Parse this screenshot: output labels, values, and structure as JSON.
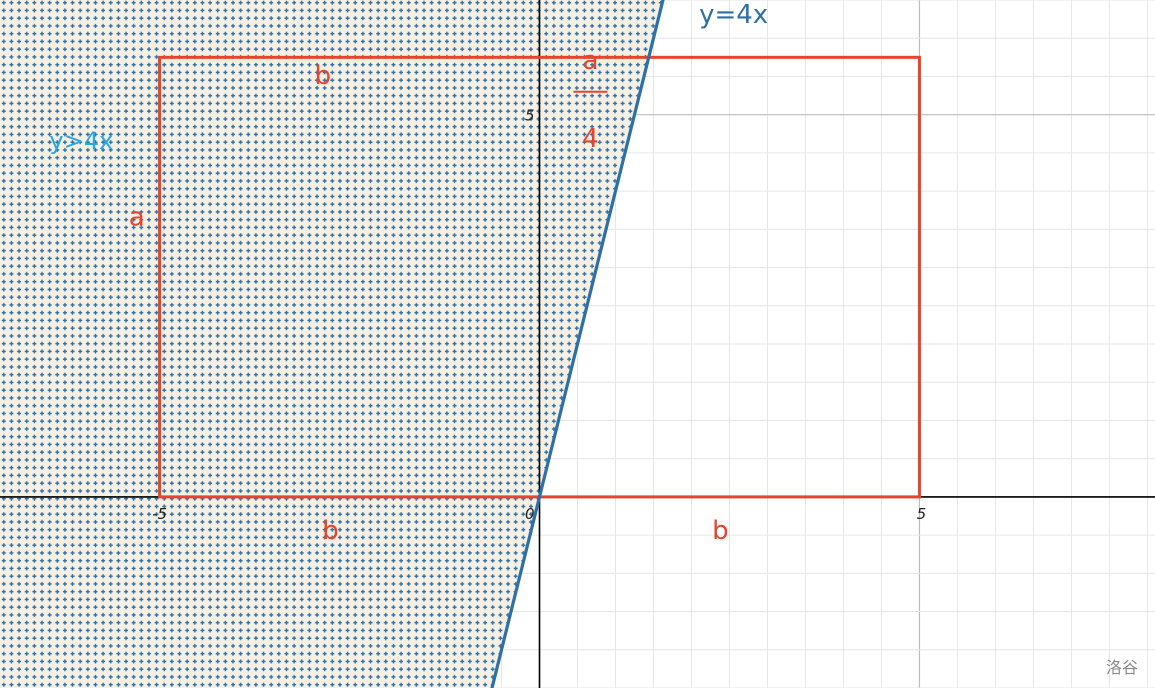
{
  "plot": {
    "xlim": [
      -7.1,
      8.1
    ],
    "ylim": [
      -2.5,
      6.5
    ],
    "grid": true,
    "ticks": {
      "x_neg5": "-5",
      "x_zero": "0",
      "x_pos5": "5",
      "y_pos5": "5"
    }
  },
  "line": {
    "label": "y=4x",
    "slope": 4,
    "color": "#2c70a6"
  },
  "region": {
    "label": "y>4x",
    "color": "#2c70a6",
    "label_color": "#2aa7e0"
  },
  "rectangle": {
    "x_range": [
      -5,
      5
    ],
    "y_range": [
      0,
      5.75
    ],
    "color": "#e8432d"
  },
  "annotations": {
    "top_b": "b",
    "left_a": "a",
    "bottom_left_b": "b",
    "bottom_right_b": "b",
    "frac_num": "a",
    "frac_den": "4"
  },
  "watermark": "洛谷"
}
